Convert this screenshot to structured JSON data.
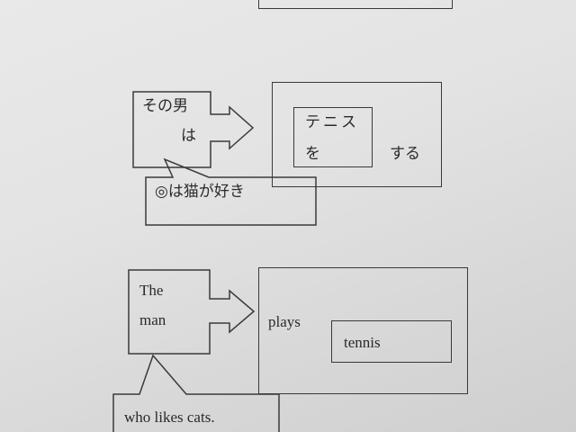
{
  "japanese_diagram": {
    "subject_line1": "その男",
    "subject_line2": "は",
    "object_line1": "テニス",
    "object_line2": "を",
    "verb": "する",
    "relative_clause": "◎は猫が好き"
  },
  "english_diagram": {
    "subject_line1": "The",
    "subject_line2": "man",
    "verb": "plays",
    "object": "tennis",
    "relative_clause": "who likes cats."
  }
}
